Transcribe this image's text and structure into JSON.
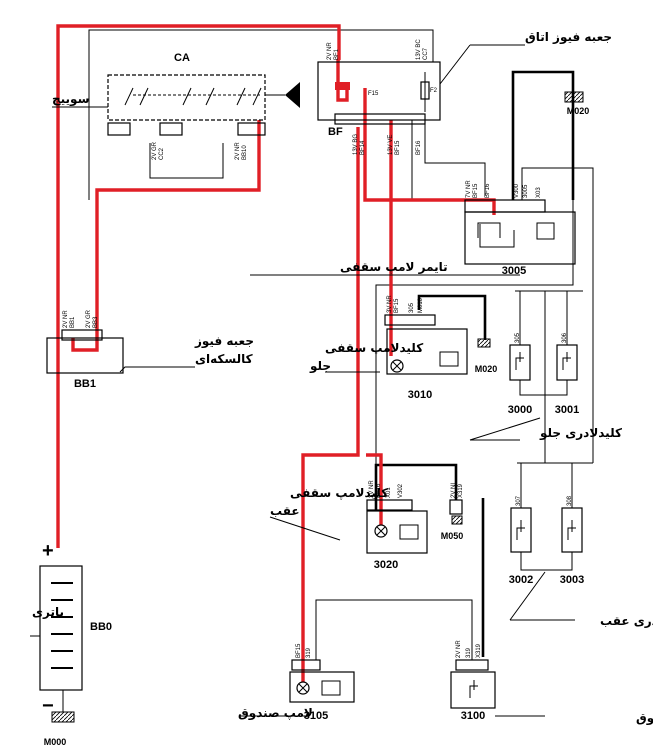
{
  "labels": {
    "ca": "CA",
    "bf": "BF",
    "bb1": "BB1",
    "bb0": "BB0",
    "m020_top": "M020",
    "m020_mid": "M020",
    "m050": "M050",
    "m000": "M000",
    "c3005": "3005",
    "c3010": "3010",
    "c3020": "3020",
    "c3000": "3000",
    "c3001": "3001",
    "c3002": "3002",
    "c3003": "3003",
    "c3105": "3105",
    "c3100": "3100",
    "f15": "F15",
    "f2": "F2",
    "plus": "+",
    "minus": "−"
  },
  "callouts": {
    "switch": "سوییچ",
    "cabin_fuse_box": "جعبه فیوز اتاق",
    "body_fuse_box_line1": "جعبه فیوز",
    "body_fuse_box_line2": "کالسکه‌ای",
    "dome_timer": "تایمر لامپ سقفی",
    "front_dome_switch_line1": "کلیدلامپ سقفی",
    "front_dome_switch_line2": "جلو",
    "front_door_switch": "کلیدلادری جلو",
    "rear_dome_switch_line1": "کلیدلامپ سقفی",
    "rear_dome_switch_line2": "عقب",
    "battery": "باتری",
    "rear_door_switch": "کلیدلادری عقب",
    "trunk_lamp": "لامپ صندوق",
    "trunk_switch": "کلیدلادری صندوق"
  },
  "wire_codes": {
    "ca_out1": "2V GR",
    "ca_out1b": "CC2",
    "ca_out2": "2V NR",
    "ca_out2b": "BB10",
    "bf_in1": "2V NR",
    "bf_in1b": "BF1",
    "bf_in2": "13V BC",
    "bf_in2b": "CC7",
    "bf_out1": "13V BG",
    "bf_out1b": "BF14",
    "bf_out2": "13V VE",
    "bf_out2b": "BF15",
    "bf_out3": "BF16",
    "bb1_in1": "2V NR",
    "bb1_in1b": "BB1",
    "bb1_in2": "2V GR",
    "bb1_in2b": "BB3",
    "t3005_a": "7V NR",
    "t3005_b": "BF15",
    "t3005_c": "BF16",
    "t3005_d": "V300",
    "t3005_e": "3005",
    "t3005_f": "X03",
    "l3010_a": "3V NR",
    "l3010_b": "BF15",
    "l3010_c": "305",
    "l3010_d": "M010",
    "l3020_a": "3V NR",
    "l3020_b": "BF16",
    "l3020_c": "X01",
    "l3020_d": "V302",
    "l3020_e": "2V NI",
    "l3020_f": "X319",
    "d3000": "305",
    "d3001": "306",
    "d3002": "307",
    "d3003": "308",
    "t3105_a": "BF15",
    "t3105_b": "319",
    "t3100_a": "2V NR",
    "t3100_b": "319",
    "t3100_c": "X319"
  }
}
